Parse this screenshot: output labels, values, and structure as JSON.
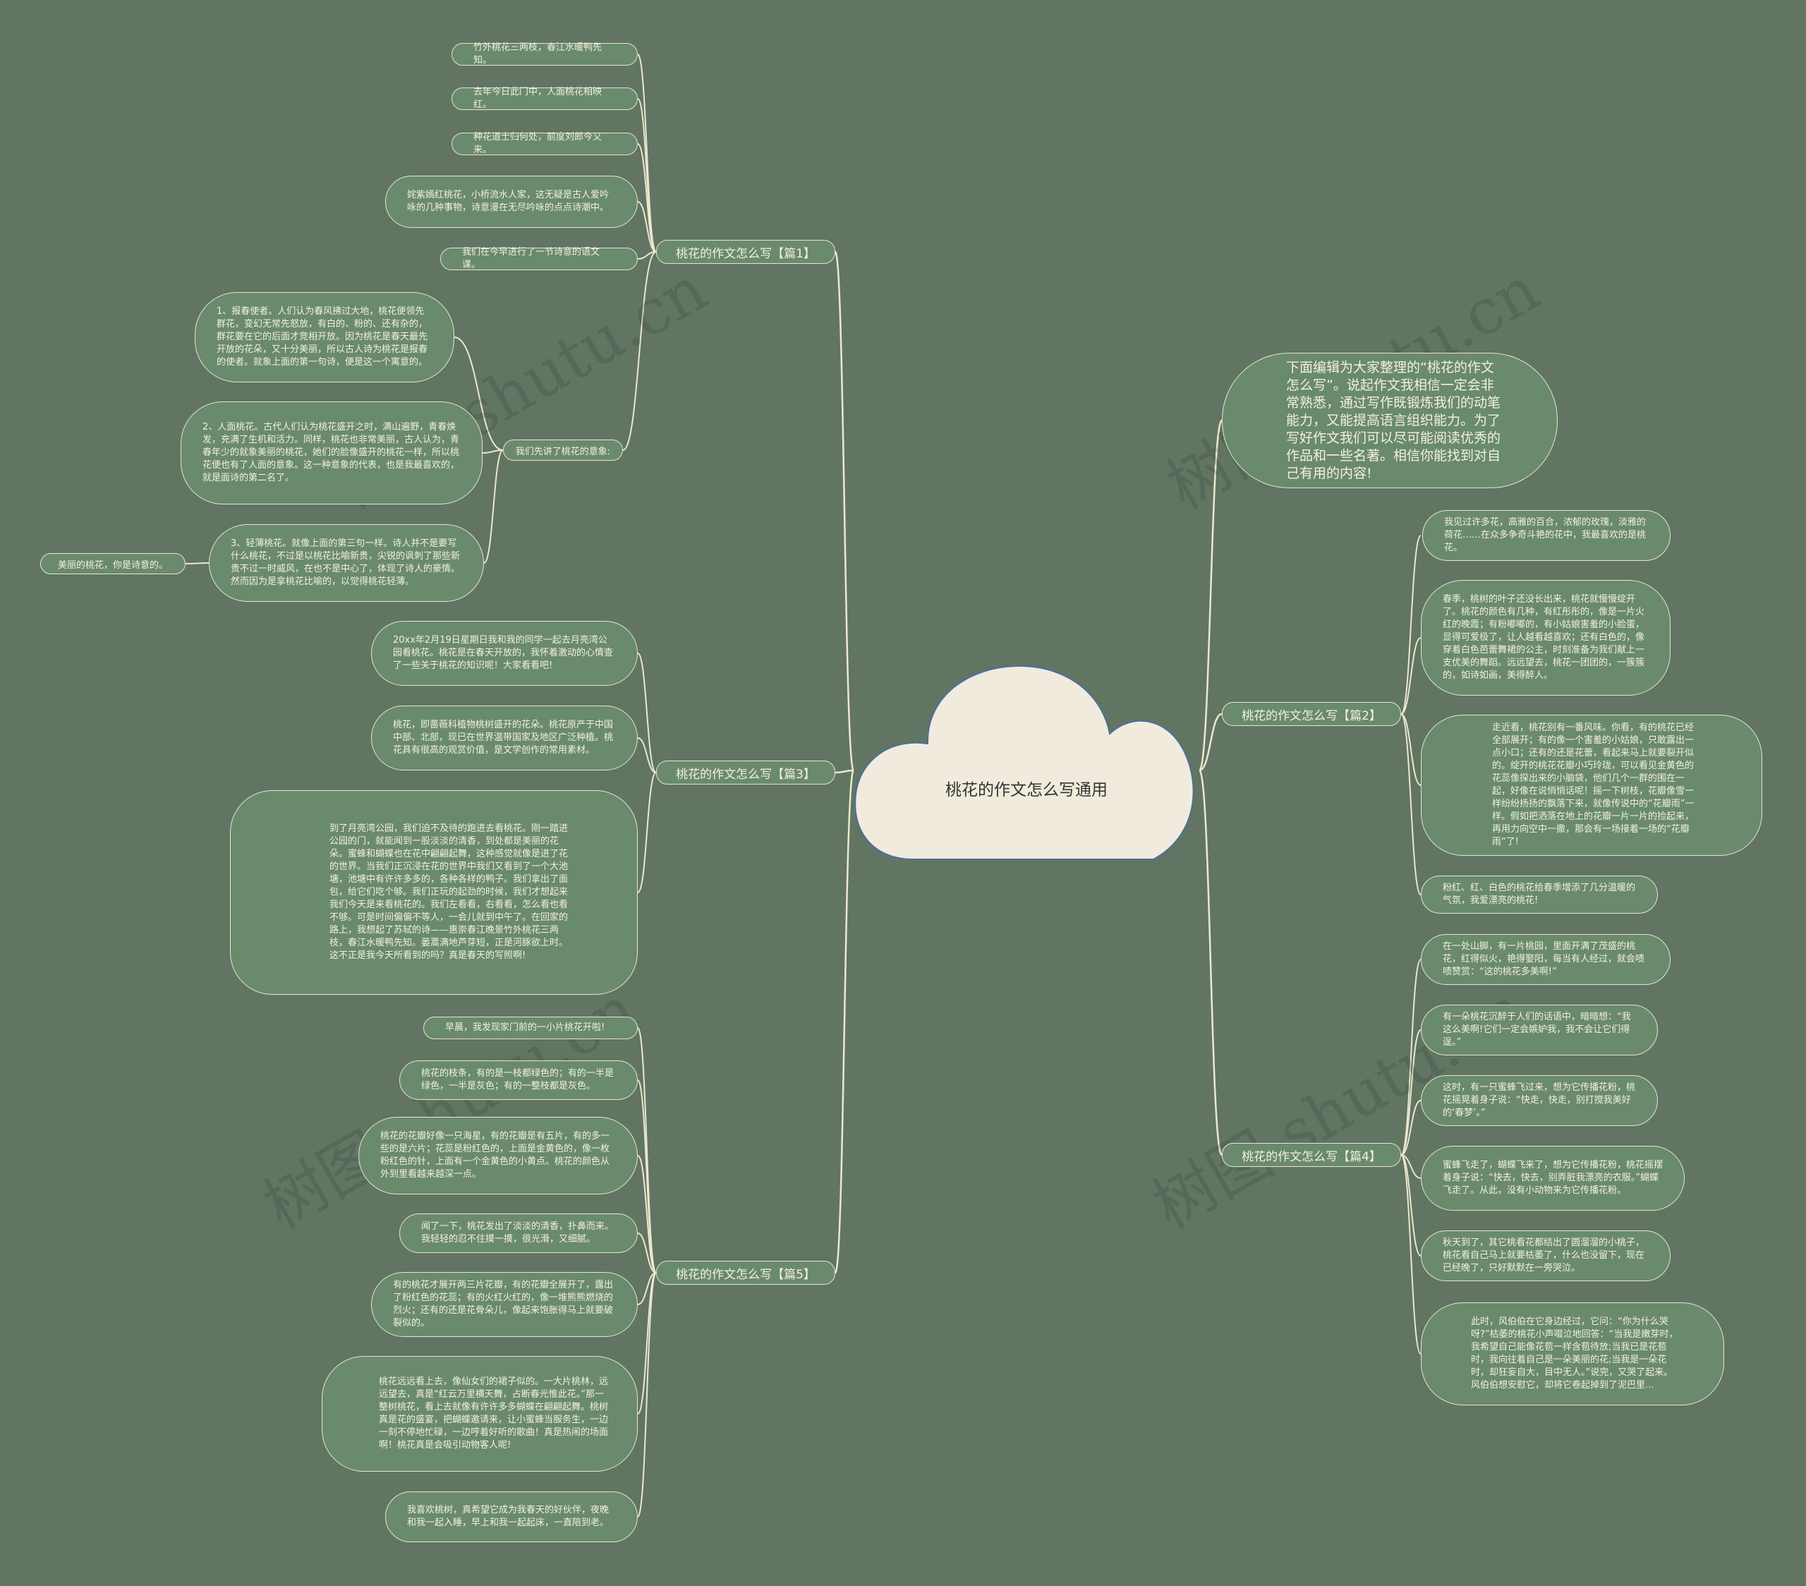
{
  "center": {
    "title": "桃花的作文怎么写通用"
  },
  "watermark": "树图 shutu.cn",
  "colors": {
    "background": "#617562",
    "node_fill": "#6a8a6d",
    "line": "#ece7cf",
    "center_fill": "#f1ebdd"
  },
  "intro": "下面编辑为大家整理的“桃花的作文怎么写”。说起作文我相信一定会非常熟悉，通过写作既锻炼我们的动笔能力，又能提高语言组织能力。为了写好作文我们可以尽可能阅读优秀的作品和一些名著。相信你能找到对自己有用的内容!",
  "branches": [
    {
      "label": "桃花的作文怎么写【篇1】",
      "children": [
        "竹外桃花三两枝，春江水暖鸭先知。",
        "去年今日此门中，人面桃花相映红。",
        "种花道士归何处，前度刘郎今又来。",
        "姹紫嫣红桃花，小桥流水人家，这无疑是古人爱吟咏的几种事物，诗意漫在无尽吟咏的点点诗潮中。",
        "我们在今早进行了一节诗意的语文课。"
      ],
      "sub": {
        "label": "我们先讲了桃花的意象:",
        "children": [
          "1、报春使者。人们认为春风拂过大地，桃花便领先群花，变幻无常先怒放，有白的、粉的、还有杂的，群花要在它的后面才竞相开放。因为桃花是春天最先开放的花朵，又十分美丽，所以古人诗为桃花是报春的使者。就象上面的第一句诗，便是这一个寓意的。",
          "2、人面桃花。古代人们认为桃花盛开之时，满山遍野，青春焕发，充满了生机和活力。同样，桃花也非常美丽，古人认为，青春年少的就象美丽的桃花，她们的脸像盛开的桃花一样，所以桃花便也有了人面的意象。这一种意象的代表，也是我最喜欢的，就是面诗的第二名了。",
          "3、轻薄桃花。就像上面的第三句一样。诗人并不是要写什么桃花，不过是以桃花比喻新贵，尖锐的讽刺了那些新贵不过一时威风，在也不是中心了，体现了诗人的豪情。然而因为是拿桃花比喻的，以觉得桃花轻薄。"
        ],
        "extra": "美丽的桃花，你是诗意的。"
      }
    },
    {
      "label": "桃花的作文怎么写【篇3】",
      "children": [
        "20xx年2月19日星期日我和我的同学一起去月亮湾公园看桃花。桃花是在春天开放的，我怀着激动的心情查了一些关于桃花的知识呢！大家看看吧!",
        "桃花，即蔷薇科植物桃树盛开的花朵。桃花原产于中国中部、北部，现已在世界温带国家及地区广泛种植。桃花具有很高的观赏价值，是文学创作的常用素材。",
        "到了月亮湾公园，我们迫不及待的跑进去看桃花。刚一踏进公园的门，就能闻到一股淡淡的清香，到处都是美丽的花朵。蜜蜂和蝴蝶也在花中翩翩起舞，这种感觉就像是进了花的世界。当我们正沉浸在花的世界中我们又看到了一个大池塘，池塘中有许许多多的，各种各样的鸭子。我们拿出了面包，给它们吃个够。我们正玩的起劲的时候，我们才想起来我们今天是来看桃花的。我们左看看，右看看，怎么看也看不够。可是时间偏偏不等人，一会儿就到中午了。在回家的路上，我想起了苏轼的诗——惠崇春江晚景竹外桃花三两枝，春江水暖鸭先知。蒌蒿满地芦芽短，正是河豚欲上时。这不正是我今天所看到的吗？真是春天的写照啊!"
      ]
    },
    {
      "label": "桃花的作文怎么写【篇5】",
      "children": [
        "早晨，我发现家门前的一小片桃花开啦!",
        "桃花的枝条，有的是一枝都绿色的；有的一半是绿色，一半是灰色；有的一整枝都是灰色。",
        "桃花的花瓣好像一只海星，有的花瓣是有五片，有的多一些的是六片；花蕊是粉红色的，上面是金黄色的，像一枚粉红色的针，上面有一个金黄色的小黄点。桃花的颜色从外到里看越来越深一点。",
        "闻了一下，桃花发出了淡淡的清香，扑鼻而来。我轻轻的忍不住摸一摸，很光滑，又细腻。",
        "有的桃花才展开两三片花瓣，有的花瓣全展开了，露出了粉红色的花蕊；有的火红火红的，像一堆熊熊燃烧的烈火；还有的还是花骨朵儿，像起来饱胀得马上就要破裂似的。",
        "桃花远远看上去，像仙女们的裙子似的。一大片桃林，远远望去，真是“红云万里横天舞，占断春光惟此花。”那一整树桃花，看上去就像有许许多多蝴蝶在翩翩起舞。桃树真是花的盛宴，把蝴蝶邀请来，让小蜜蜂当服务生，一边一刻不停地忙碌，一边哼着好听的歌曲！真是热闹的场面啊！桃花真是会吸引动物客人呢!",
        "我喜欢桃树，真希望它成为我春天的好伙伴，夜晚和我一起入睡，早上和我一起起床，一直陪到老。"
      ]
    },
    {
      "label": "桃花的作文怎么写【篇2】",
      "children": [
        "我见过许多花，高雅的百合，浓郁的玫瑰，淡雅的荷花……在众多争奇斗艳的花中，我最喜欢的是桃花。",
        "春季，桃树的叶子还没长出来，桃花就慢慢绽开了。桃花的颜色有几种，有红彤彤的，像是一片火红的晚霞；有粉嘟嘟的，有小姑娘害羞的小脸蛋，显得可爱极了，让人越看越喜欢；还有白色的，像穿着白色芭蕾舞裙的公主，时刻准备为我们献上一支优美的舞蹈。远远望去，桃花一团团的，一簇簇的，如诗如画，美得醉人。",
        "走近看，桃花别有一番风味。你看，有的桃花已经全部展开；有的像一个害羞的小姑娘，只敢露出一点小口；还有的还是花蕾，看起来马上就要裂开似的。绽开的桃花花瓣小巧玲珑，可以看见金黄色的花蕊像探出来的小脑袋，他们几个一群的围在一起，好像在说悄悄话呢！摇一下树枝，花瓣像雪一样纷纷扬扬的飘落下来，就像传说中的“花瓣雨”一样。假如把洒落在地上的花瓣一片一片的捡起来，再用力向空中一撒，那会有一场接着一场的“花瓣雨”了!",
        "粉红、红、白色的桃花给春季增添了几分温暖的气氛，我爱漂亮的桃花!"
      ]
    },
    {
      "label": "桃花的作文怎么写【篇4】",
      "children": [
        "在一处山脚，有一片桃园，里面开满了茂盛的桃花，红得似火，艳得娶阳，每当有人经过，就会啧啧赞赏：“这的桃花多美啊!”",
        "有一朵桃花沉醉于人们的话语中，暗暗想：“我这么美啊!它们一定会嫉妒我，我不会让它们得逞。”",
        "这时，有一只蜜蜂飞过来，想为它传播花粉，桃花摇晃着身子说：“快走，快走，别打搅我美好的‘春梦’。”",
        "蜜蜂飞走了，蝴蝶飞来了，想为它传播花粉，桃花摇摆着身子说：“快去，快去，别弄脏我漂亮的衣服。”蝴蝶飞走了。从此，没有小动物来为它传播花粉。",
        "秋天到了，其它桃看花都结出了圆溜溜的小桃子，桃花看自己马上就要枯萎了，什么也没留下，现在已经晚了，只好默默在一旁哭泣。",
        "此时，风伯伯在它身边经过，它问：“你为什么哭呀?”枯萎的桃花小声啜泣地回答：“当我是嫩芽时，我希望自己能像花苞一样含苞待放;当我已是花苞时，我向往着自己是一朵美丽的花;当我是一朵花时，却狂妄自大，目中无人。”说完，又哭了起来。风伯伯想安慰它，却将它卷起掉到了泥巴里..."
      ]
    }
  ]
}
